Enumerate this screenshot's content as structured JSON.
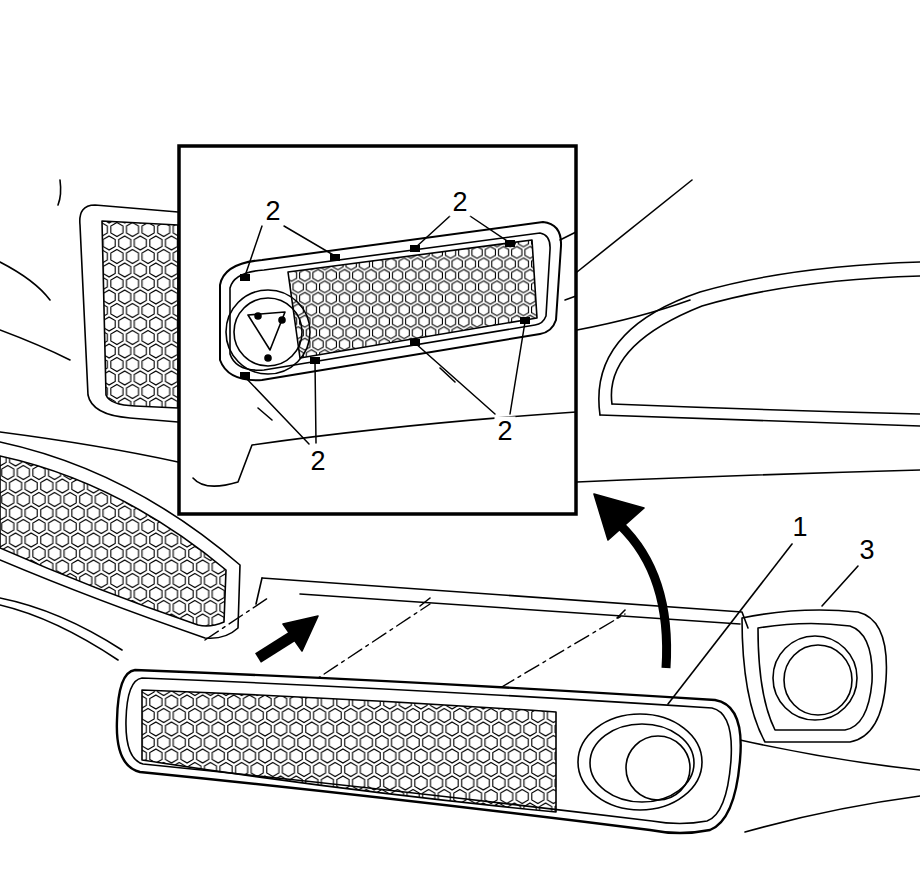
{
  "diagram": {
    "labels": [
      "2",
      "2",
      "2",
      "2",
      "1",
      "3"
    ]
  }
}
